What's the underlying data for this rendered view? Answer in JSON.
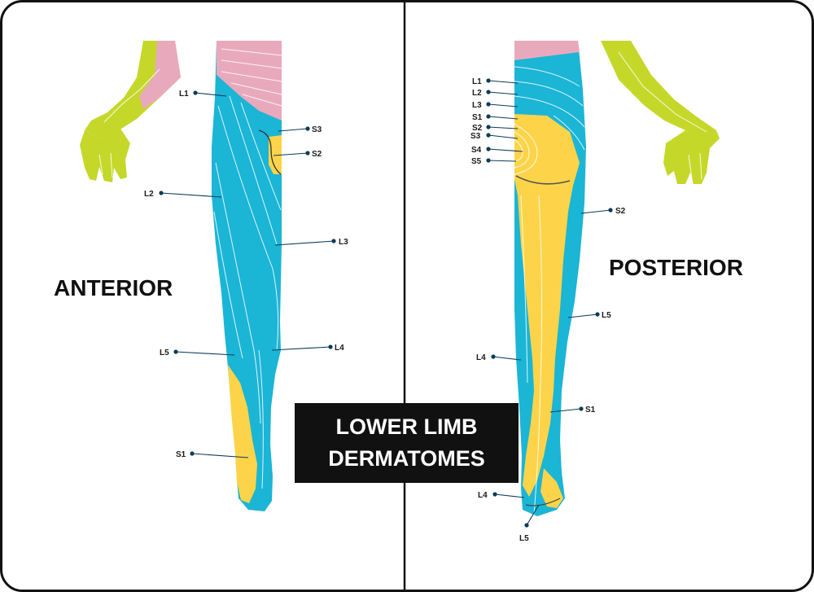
{
  "title": {
    "line1": "LOWER LIMB",
    "line2": "DERMATOMES"
  },
  "anterior": {
    "heading": "ANTERIOR",
    "labels": {
      "l1": "L1",
      "l2": "L2",
      "l3": "L3",
      "l4": "L4",
      "l5": "L5",
      "s1": "S1",
      "s2": "S2",
      "s3": "S3"
    }
  },
  "posterior": {
    "heading": "POSTERIOR",
    "labels": {
      "l1": "L1",
      "l2": "L2",
      "l3": "L3",
      "s1": "S1",
      "s2_top": "S2",
      "s3": "S3",
      "s4": "S4",
      "s5": "S5",
      "s2": "S2",
      "l5": "L5",
      "l4": "L4",
      "s1_leg": "S1",
      "l4_foot": "L4",
      "l5_foot": "L5"
    }
  },
  "colors": {
    "lumbar": "#1bb5d6",
    "sacral": "#fdd449",
    "thoracic": "#e9a9bd",
    "upper_limb": "#c5d82a",
    "label_dot": "#0d3b57",
    "title_bg": "#111111",
    "border": "#111111"
  }
}
